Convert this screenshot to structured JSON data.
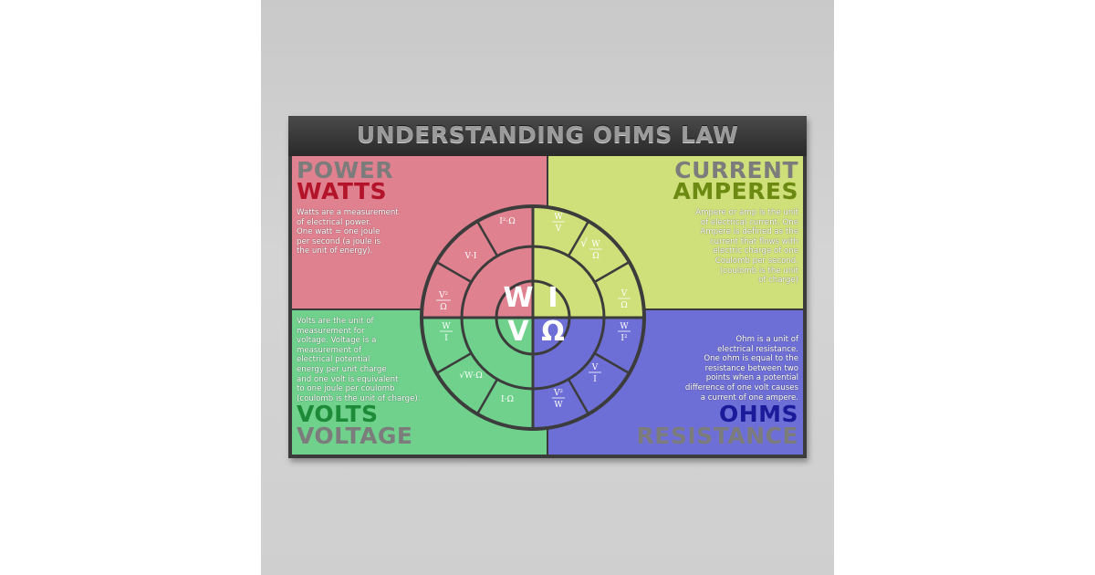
{
  "poster": {
    "title": "UNDERSTANDING OHMS LAW",
    "quadrants": {
      "power": {
        "name": "POWER",
        "unit": "WATTS",
        "desc_lines": [
          "Watts are a measurement",
          "of electrical power.",
          "One watt = one joule",
          "per second (a joule is",
          "the unit of energy)."
        ]
      },
      "current": {
        "name": "CURRENT",
        "unit": "AMPERES",
        "desc_lines": [
          "Ampere or amp is the unit",
          "of electrical current. One",
          "Ampere is defined as the",
          "current that flows with",
          "electric charge of one",
          "Coulomb per second.",
          "(coulomb is the unit",
          "of charge)"
        ]
      },
      "volts": {
        "name": "VOLTS",
        "unit": "VOLTAGE",
        "desc_lines": [
          "Volts are the unit of",
          "measurement for",
          "voltage. Voltage is a",
          "measurement of",
          "electrical potential",
          "energy per unit charge",
          "and one volt is equivalent",
          "to one joule per coulomb",
          "(coulomb is the unit of charge)."
        ]
      },
      "ohms": {
        "name": "OHMS",
        "unit": "RESISTANCE",
        "desc_lines": [
          "Ohm is a unit of",
          "electrical resistance.",
          "One ohm is equal to the",
          "resistance between two",
          "points when a potential",
          "difference of one volt causes",
          "a current of one ampere."
        ]
      }
    },
    "wheel": {
      "center": {
        "W": "W",
        "I": "I",
        "V": "V",
        "R": "Ω"
      },
      "formulas": {
        "w1": "I²·Ω",
        "w2": "V·I",
        "w3_num": "V²",
        "w3_den": "Ω",
        "i1_num": "W",
        "i1_den": "V",
        "i2_num": "W",
        "i2_den": "Ω",
        "i3_num": "V",
        "i3_den": "Ω",
        "v1_num": "W",
        "v1_den": "I",
        "v2": "√W·Ω",
        "v3": "I·Ω",
        "r1_num": "W",
        "r1_den": "I²",
        "r2_num": "V",
        "r2_den": "I",
        "r3_num": "V²",
        "r3_den": "W"
      }
    },
    "colors": {
      "power": "#e0818f",
      "current": "#cfe07a",
      "volts": "#6fd18c",
      "ohms": "#6e6fd6",
      "watts_text": "#b3142a",
      "amperes_text": "#6c8a12",
      "volts_text": "#1c8a36",
      "ohms_text": "#1b1a9a",
      "gray_text": "#7c7c7c"
    }
  }
}
